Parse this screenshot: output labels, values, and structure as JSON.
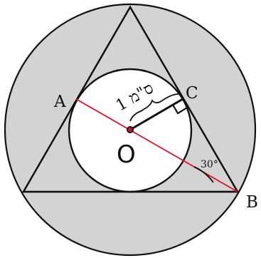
{
  "labels": {
    "point_a": "A",
    "point_b": "B",
    "point_c": "C",
    "center": "O",
    "angle": "30°",
    "segment_length": "1 ס\"מ"
  },
  "colors": {
    "shaded_region": "#d3d3d3",
    "outline": "#111111",
    "diameter_line": "#e8102a",
    "background": "#ffffff"
  }
}
